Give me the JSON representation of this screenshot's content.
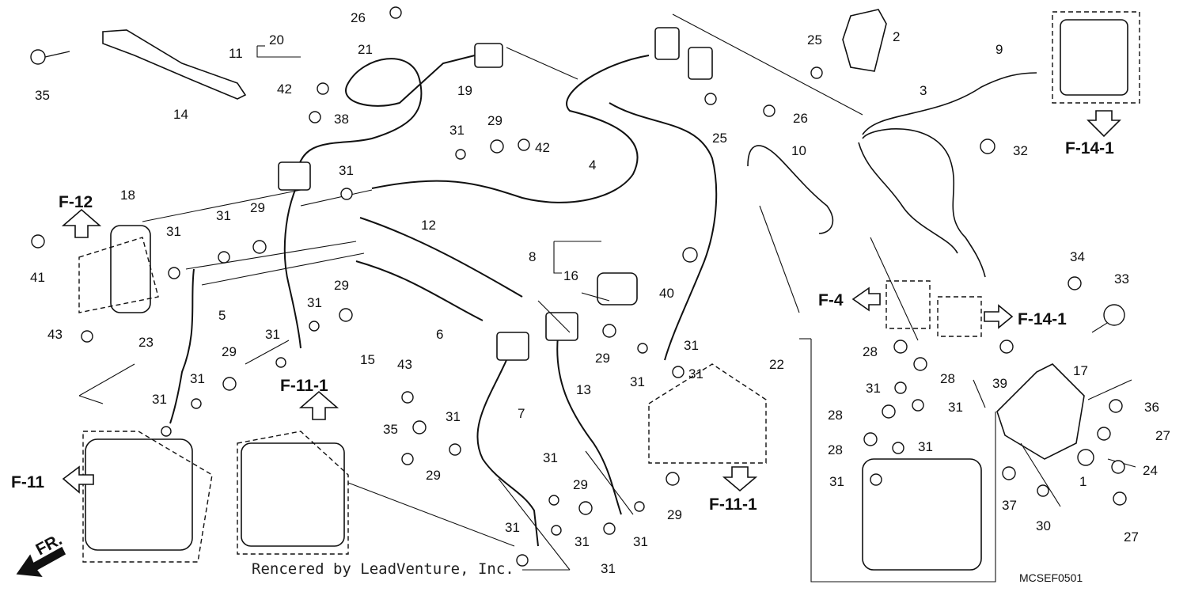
{
  "callouts": [
    "26",
    "20",
    "11",
    "21",
    "42",
    "38",
    "19",
    "31",
    "29",
    "42",
    "4",
    "31",
    "35",
    "14",
    "31",
    "18",
    "31",
    "29",
    "41",
    "43",
    "23",
    "5",
    "29",
    "31",
    "31",
    "31",
    "12",
    "29",
    "31",
    "8",
    "16",
    "40",
    "6",
    "15",
    "43",
    "35",
    "29",
    "31",
    "7",
    "13",
    "29",
    "31",
    "31",
    "31",
    "29",
    "31",
    "31",
    "31",
    "29",
    "31",
    "31",
    "2",
    "25",
    "26",
    "25",
    "9",
    "3",
    "32",
    "10",
    "22",
    "28",
    "28",
    "28",
    "28",
    "31",
    "31",
    "31",
    "31",
    "34",
    "33",
    "39",
    "17",
    "36",
    "27",
    "24",
    "1",
    "37",
    "30",
    "27"
  ],
  "refs": [
    "F-12",
    "F-11-1",
    "F-11",
    "F-4",
    "F-14-1",
    "F-14-1",
    "F-11-1",
    "FR."
  ],
  "footer": "Rencered by LeadVenture, Inc.",
  "diagram_code": "MCSEF0501"
}
